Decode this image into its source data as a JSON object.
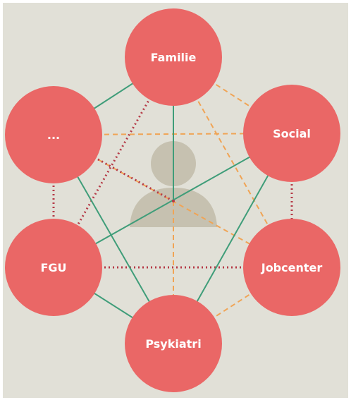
{
  "nodes": {
    "familie": "Familie",
    "social": "Social",
    "jobcenter": "Jobcenter",
    "psykiatri": "Psykiatri",
    "fgu": "FGU",
    "other": "..."
  },
  "colors": {
    "background": "#e1e0d7",
    "node": "#ea6766",
    "node_text": "#ffffff",
    "solid_link": "#3f9d79",
    "dashed_link": "#f0a455",
    "dotted_link": "#b53a47",
    "person": "#c6c1b0"
  },
  "icons": {
    "center": "person-icon"
  }
}
